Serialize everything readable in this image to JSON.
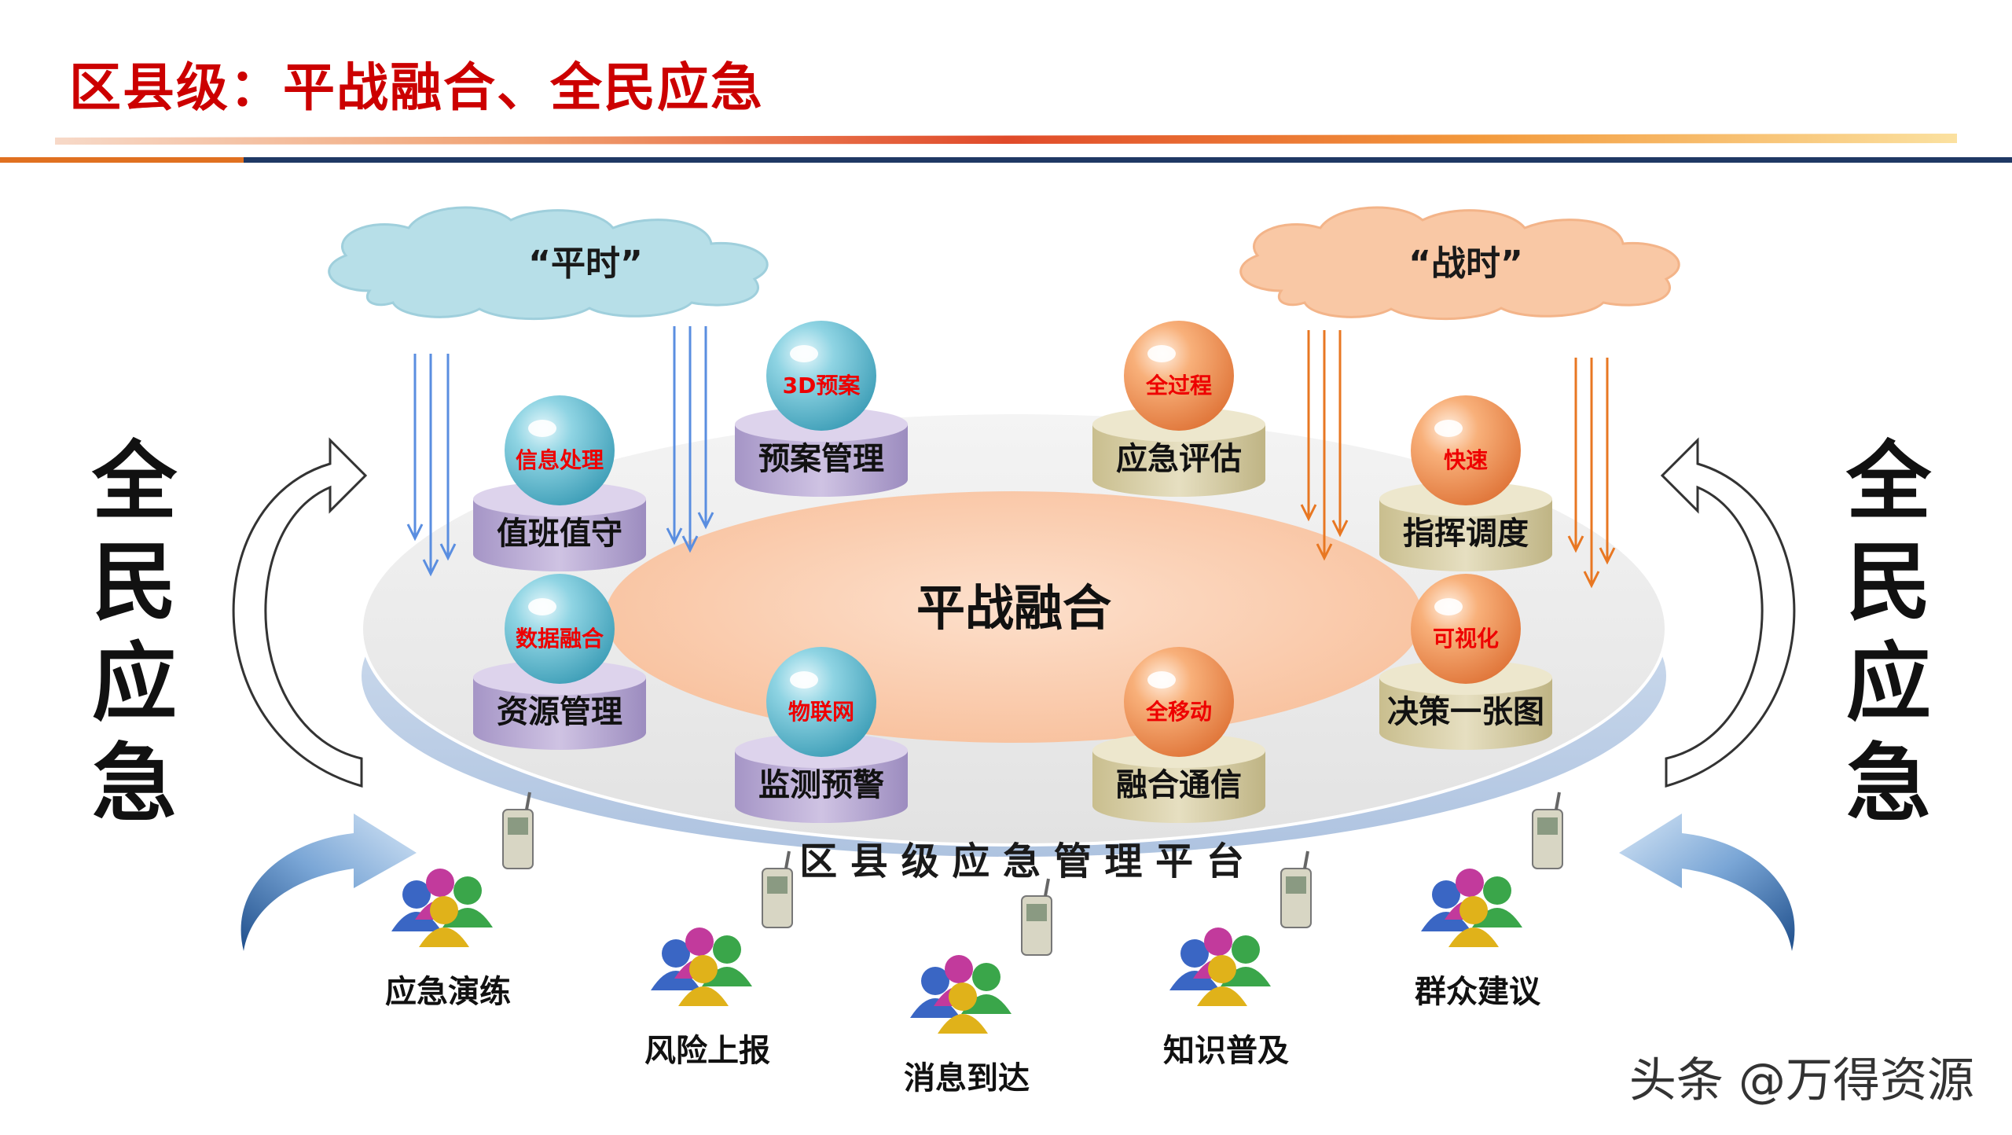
{
  "title": "区县级：平战融合、全民应急",
  "cloud_left": "“平时”",
  "cloud_right": "“战时”",
  "center_label": "平战融合",
  "platform_label": "区 县 级 应 急 管 理 平 台",
  "side_left": [
    "全",
    "民",
    "应",
    "急"
  ],
  "side_right": [
    "全",
    "民",
    "应",
    "急"
  ],
  "modules": [
    {
      "name": "预案管理",
      "tag": "3D预案",
      "theme": "peace"
    },
    {
      "name": "值班值守",
      "tag": "信息处理",
      "theme": "peace"
    },
    {
      "name": "资源管理",
      "tag": "数据融合",
      "theme": "peace"
    },
    {
      "name": "监测预警",
      "tag": "物联网",
      "theme": "peace"
    },
    {
      "name": "应急评估",
      "tag": "全过程",
      "theme": "war"
    },
    {
      "name": "指挥调度",
      "tag": "快速",
      "theme": "war"
    },
    {
      "name": "决策一张图",
      "tag": "可视化",
      "theme": "war"
    },
    {
      "name": "融合通信",
      "tag": "全移动",
      "theme": "war"
    }
  ],
  "people": [
    "应急演练",
    "风险上报",
    "消息到达",
    "知识普及",
    "群众建议"
  ],
  "watermark": "头条 @万得资源",
  "colors": {
    "title": "#cc0000",
    "tag": "#ee0000",
    "peace_cylinder": "#b7a9d2",
    "war_cylinder": "#d8cfa6",
    "peace_sphere": "#56b9d0",
    "war_sphere": "#f09050",
    "cloud_left": "#b3dde6",
    "cloud_right": "#f9c7a4",
    "arrow_blue": "#5a8ee0",
    "arrow_orange": "#e87722",
    "center_ellipse": "#fbd0b3",
    "platform": "#b9cbe4"
  }
}
